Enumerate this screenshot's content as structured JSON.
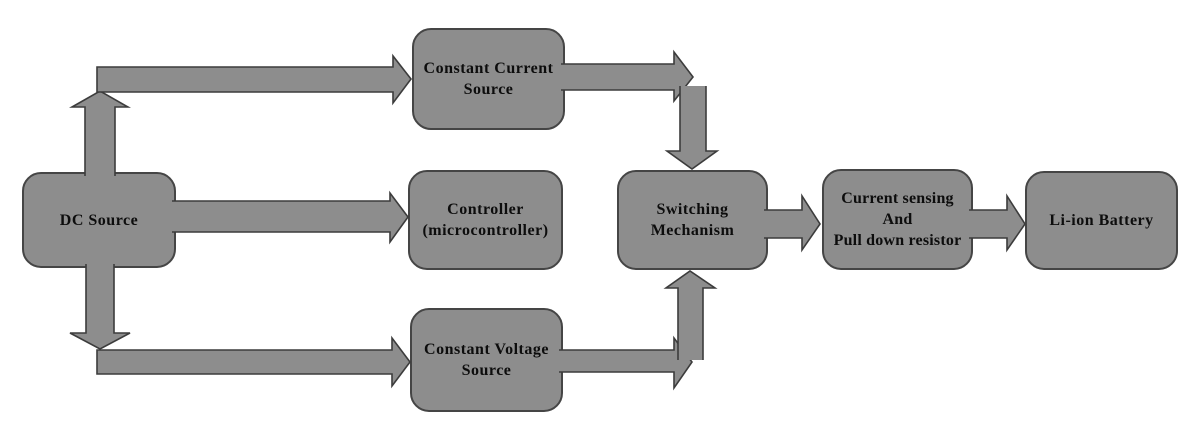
{
  "boxes": {
    "dc_source": {
      "label": "DC Source"
    },
    "constant_current_source": {
      "label": "Constant Current\nSource"
    },
    "controller": {
      "label": "Controller\n(microcontroller)"
    },
    "switching_mechanism": {
      "label": "Switching\nMechanism"
    },
    "current_sensing": {
      "label": "Current sensing\nAnd\nPull down resistor"
    },
    "li_ion_battery": {
      "label": "Li-ion Battery"
    },
    "constant_voltage_source": {
      "label": "Constant Voltage\nSource"
    }
  },
  "connections": [
    {
      "from": "dc_source",
      "to": "constant_current_source"
    },
    {
      "from": "dc_source",
      "to": "controller"
    },
    {
      "from": "dc_source",
      "to": "constant_voltage_source"
    },
    {
      "from": "constant_current_source",
      "to": "switching_mechanism"
    },
    {
      "from": "controller",
      "to": "switching_mechanism"
    },
    {
      "from": "constant_voltage_source",
      "to": "switching_mechanism"
    },
    {
      "from": "switching_mechanism",
      "to": "current_sensing"
    },
    {
      "from": "current_sensing",
      "to": "li_ion_battery"
    }
  ],
  "colors": {
    "box_fill": "#8d8d8d",
    "box_border": "#454545",
    "arrow_fill": "#8d8d8d",
    "arrow_stroke": "#3c3c3c",
    "text_color": "#0d0d0d",
    "bg": "#ffffff"
  }
}
